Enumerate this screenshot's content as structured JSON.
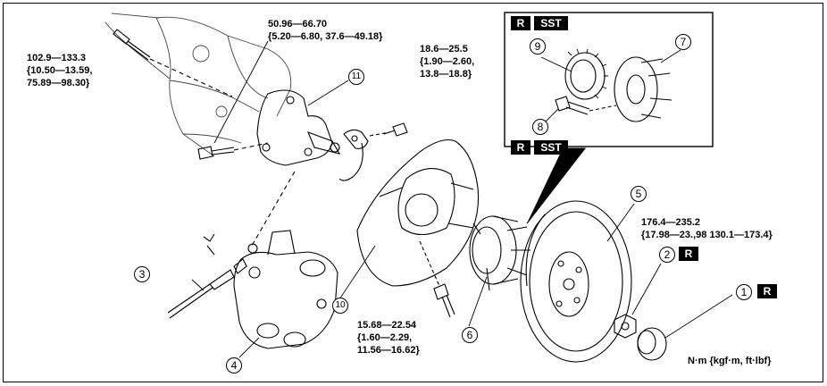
{
  "torque_specs": {
    "t1": [
      "102.9—133.3",
      "{10.50—13.59,",
      "75.89—98.30}"
    ],
    "t2": [
      "50.96—66.70",
      "{5.20—6.80, 37.6—49.18}"
    ],
    "t3": [
      "18.6—25.5",
      "{1.90—2.60,",
      "13.8—18.8}"
    ],
    "t4": [
      "176.4—235.2",
      "{17.98—23.,98 130.1—173.4}"
    ],
    "t5": [
      "15.68—22.54",
      "{1.60—2.29,",
      "11.56—16.62}"
    ]
  },
  "callouts": {
    "c1": "1",
    "c2": "2",
    "c3": "3",
    "c4": "4",
    "c5": "5",
    "c6": "6",
    "c7": "7",
    "c8": "8",
    "c9": "9",
    "c10": "10",
    "c11": "11"
  },
  "badges": {
    "replace": "R",
    "sst": "SST"
  },
  "units": "N·m {kgf·m,  ft·lbf}"
}
